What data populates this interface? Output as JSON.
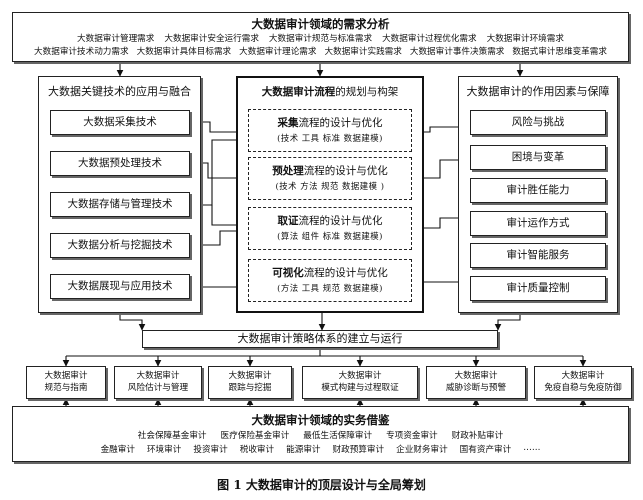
{
  "top_box": {
    "title": "大数据审计领域的需求分析",
    "row1": [
      "大数据审计管理需求",
      "大数据审计安全运行需求",
      "大数据审计规范与标准需求",
      "大数据审计过程优化需求",
      "大数据审计环境需求"
    ],
    "row2": [
      "大数据审计技术动力需求",
      "大数据审计具体目标需求",
      "大数据审计理论需求",
      "大数据审计实践需求",
      "大数据审计事件决策需求",
      "数据式审计思维变革需求"
    ]
  },
  "left_panel": {
    "title": "大数据关键技术的应用与融合",
    "items": [
      "大数据采集技术",
      "大数据预处理技术",
      "大数据存储与管理技术",
      "大数据分析与挖掘技术",
      "大数据展现与应用技术"
    ]
  },
  "center_panel": {
    "title_bold": "大数据审计流程",
    "title_rest": "的规划与构架",
    "phases": [
      {
        "bold": "采集",
        "rest": "流程的设计与优化",
        "sub": "(技术 工具 标准 数据建模)"
      },
      {
        "bold": "预处理",
        "rest": "流程的设计与优化",
        "sub": "(技术 方法 规范 数据建模 )"
      },
      {
        "bold": "取证",
        "rest": "流程的设计与优化",
        "sub": "(算法 组件 标准 数据建模)"
      },
      {
        "bold": "可视化",
        "rest": "流程的设计与优化",
        "sub": "(方法 工具 规范 数据建模)"
      }
    ]
  },
  "right_panel": {
    "title": "大数据审计的作用因素与保障",
    "items": [
      "风险与挑战",
      "困境与变革",
      "审计胜任能力",
      "审计运作方式",
      "审计智能服务",
      "审计质量控制"
    ]
  },
  "strategy": {
    "title": "大数据审计策略体系的建立与运行",
    "items": [
      [
        "大数据审计",
        "规范与指南"
      ],
      [
        "大数据审计",
        "风险估计与管理"
      ],
      [
        "大数据审计",
        "跟踪与挖掘"
      ],
      [
        "大数据审计",
        "模式构建与过程取证"
      ],
      [
        "大数据审计",
        "威胁诊断与预警"
      ],
      [
        "大数据审计",
        "免疫自稳与免疫防御"
      ]
    ]
  },
  "bottom_box": {
    "title": "大数据审计领域的实务借鉴",
    "row1": [
      "社会保障基金审计",
      "医疗保险基金审计",
      "最低生活保障审计",
      "专项资金审计",
      "财政补贴审计"
    ],
    "row2": [
      "金融审计",
      "环境审计",
      "投资审计",
      "税收审计",
      "能源审计",
      "财政预算审计",
      "企业财务审计",
      "国有资产审计",
      "……"
    ]
  },
  "caption": "图 1   大数据审计的顶层设计与全局筹划"
}
